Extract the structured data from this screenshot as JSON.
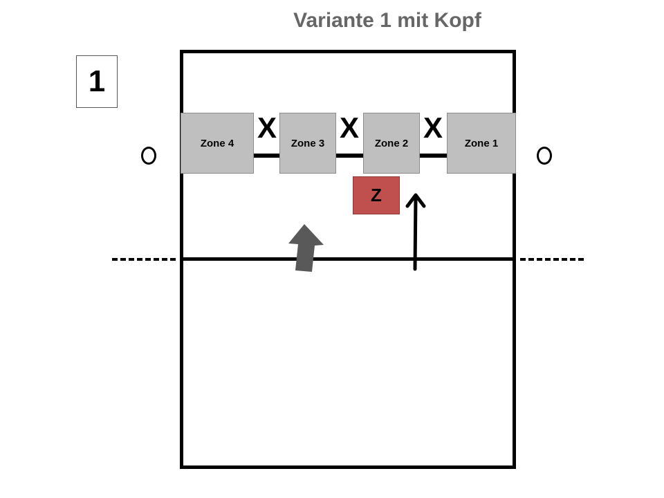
{
  "title": "Variante 1 mit Kopf",
  "rotation_number": "1",
  "zones": {
    "zone_4": "Zone 4",
    "zone_3": "Zone 3",
    "zone_2": "Zone 2",
    "zone_1": "Zone 1"
  },
  "markers": {
    "x1": "X",
    "x2": "X",
    "x3": "X",
    "z": "Z"
  },
  "colors": {
    "zone_fill": "#bfbfbf",
    "z_fill": "#c0504d",
    "title": "#666666",
    "block_arrow": "#595959",
    "lines": "#000000"
  },
  "icons": [
    "block-arrow-icon",
    "thin-arrow-icon",
    "antenna-icon"
  ]
}
